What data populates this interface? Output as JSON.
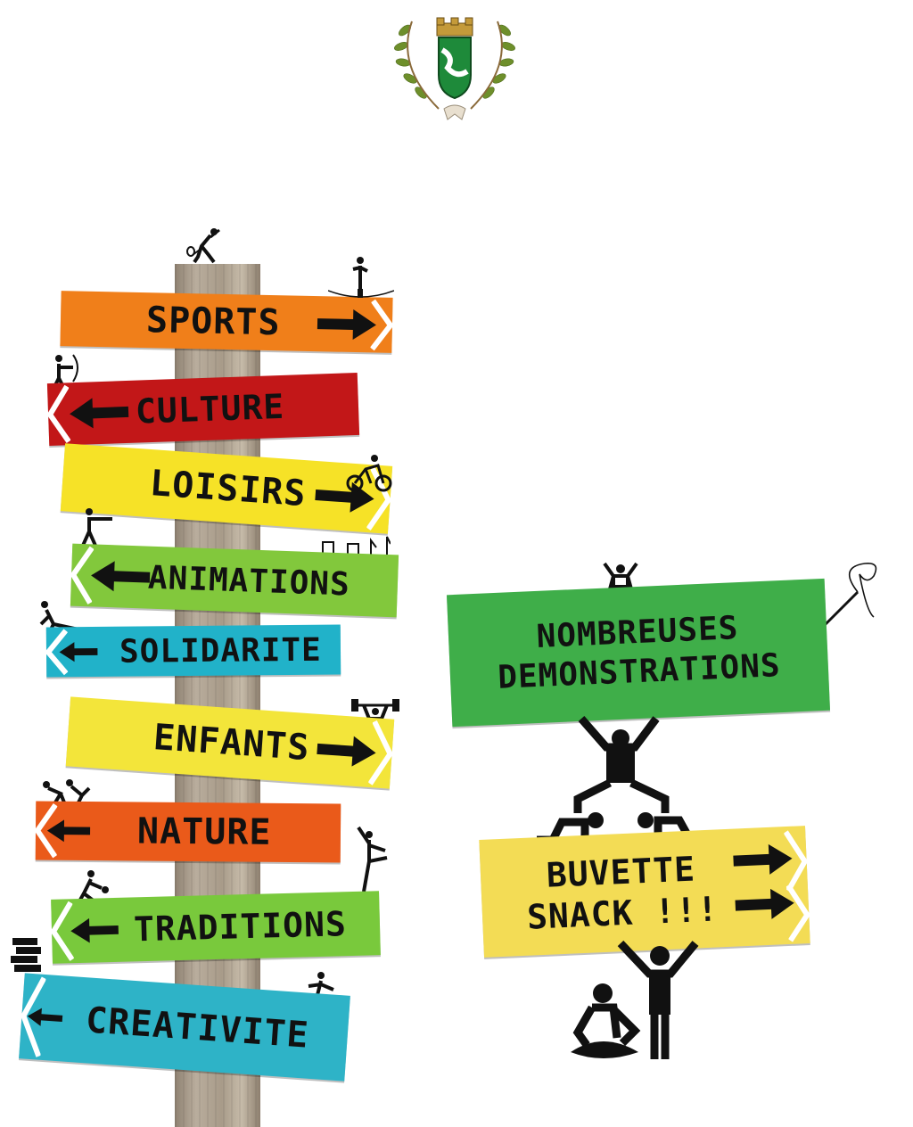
{
  "emblem": {
    "icon": "coat-of-arms-icon"
  },
  "left_signs": [
    {
      "label": "SPORTS",
      "color": "#f07f1a",
      "direction": "right"
    },
    {
      "label": "CULTURE",
      "color": "#c21718",
      "direction": "left"
    },
    {
      "label": "LOISIRS",
      "color": "#f6e227",
      "direction": "right"
    },
    {
      "label": "ANIMATIONS",
      "color": "#82c83c",
      "direction": "left"
    },
    {
      "label": "SOLIDARITE",
      "color": "#21b2c9",
      "direction": "left"
    },
    {
      "label": "ENFANTS",
      "color": "#f3e53a",
      "direction": "right"
    },
    {
      "label": "NATURE",
      "color": "#ea5a1a",
      "direction": "left"
    },
    {
      "label": "TRADITIONS",
      "color": "#79c93c",
      "direction": "left"
    },
    {
      "label": "CREATIVITE",
      "color": "#2eb3c7",
      "direction": "left"
    }
  ],
  "right_signs": {
    "demos": {
      "line1": "NOMBREUSES",
      "line2": "DEMONSTRATIONS",
      "color": "#3fae49"
    },
    "buvette": {
      "line1": "BUVETTE",
      "line2": "SNACK !!!",
      "color": "#f3dc55"
    }
  },
  "icons": [
    "badminton-player-icon",
    "tightrope-walker-icon",
    "archer-icon",
    "cyclist-icon",
    "shooter-icon",
    "music-notes-icon",
    "fallen-figure-icon",
    "weightlifter-icon",
    "crawling-figures-icon",
    "dancer-icon",
    "bowler-icon",
    "books-icon",
    "footballer-icon",
    "needle-thread-icon",
    "acrobat-pyramid-icon",
    "sitting-figure-icon"
  ]
}
